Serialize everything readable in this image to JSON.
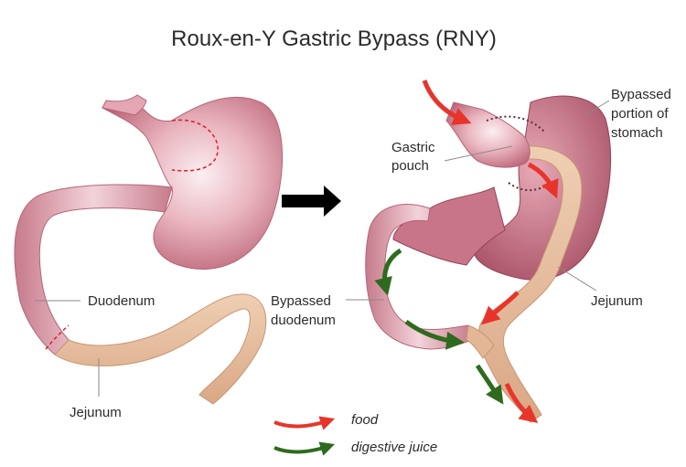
{
  "title": "Roux-en-Y Gastric Bypass (RNY)",
  "before": {
    "labels": {
      "duodenum": "Duodenum",
      "jejunum": "Jejunum"
    }
  },
  "after": {
    "labels": {
      "gastric_pouch_line1": "Gastric",
      "gastric_pouch_line2": "pouch",
      "bypassed_stomach_line1": "Bypassed",
      "bypassed_stomach_line2": "portion of",
      "bypassed_stomach_line3": "stomach",
      "jejunum": "Jejunum",
      "bypassed_duodenum_line1": "Bypassed",
      "bypassed_duodenum_line2": "duodenum"
    }
  },
  "legend": {
    "food": "food",
    "digestive_juice": "digestive juice"
  },
  "colors": {
    "stomach": "#d98a9a",
    "stomach_light": "#f6dde2",
    "jejunum": "#e9c3a3",
    "food_arrow": "#e8352b",
    "juice_arrow": "#2f6b1f",
    "cut_line": "#d8202a",
    "transition_arrow": "#000000"
  }
}
